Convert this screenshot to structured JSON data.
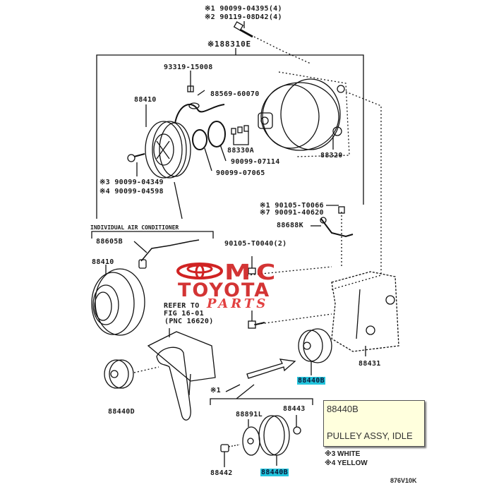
{
  "diagram": {
    "title": "Toyota A/C compressor & idle pulley parts diagram",
    "header_labels": [
      "※1 90099-04395(4)",
      "※2 90119-08D42(4)"
    ],
    "assembly_label": "※188310E",
    "labels": {
      "screw_93319": "93319-15008",
      "clip_88569": "88569-60070",
      "clutch_88410_top": "88410",
      "seal_88330A": "88330A",
      "ring_07114": "90099-07114",
      "ring_07065": "90099-07065",
      "bolt_04349": "※3 90099-04349",
      "bolt_04598": "※4 90099-04598",
      "compressor_88320": "88320",
      "bolt_t0066": "※1 90105-T0066",
      "bolt_40620": "※7 90091-40620",
      "bracket_88688K": "88688K",
      "bolt_t0040": "90105-T0040(2)",
      "individual_ac": "INDIVIDUAL AIR CONDITIONER",
      "harness_88605B": "88605B",
      "clutch_88410_mid": "88410",
      "refer_line1": "REFER TO",
      "refer_line2": "FIG 16-01",
      "refer_line3": "(PNC 16620)",
      "bracket_88431": "88431",
      "pulley_88440B_right": "88440B",
      "pulley_88440D": "88440D",
      "sub_group": "※1",
      "plate_88891L": "88891L",
      "nut_88443": "88443",
      "bolt_88442": "88442",
      "pulley_88440B_bottom": "88440B",
      "figure_code": "876V10K"
    },
    "notes": [
      "※3 WHITE",
      "※4 YELLOW"
    ]
  },
  "tooltip": {
    "part_number": "88440B",
    "part_name": "PULLEY ASSY, IDLE"
  },
  "watermark": {
    "line1": "MC",
    "line2": "TOYOTA",
    "line3": "PARTS",
    "color": "#d02323"
  },
  "highlight_color": "#23c4dc"
}
